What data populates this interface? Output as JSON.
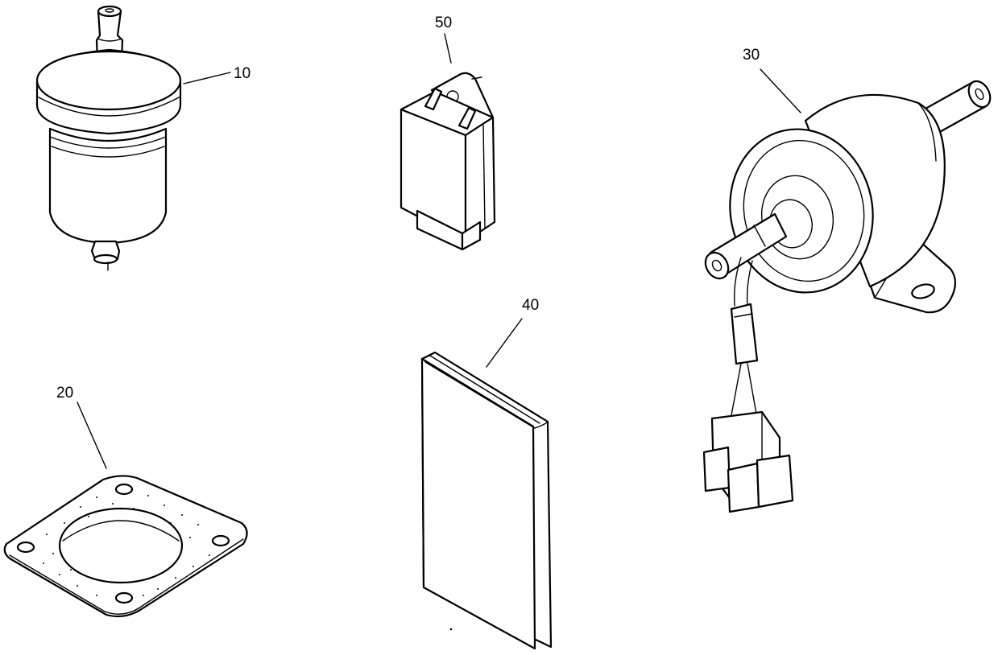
{
  "callouts": {
    "part_10": "10",
    "part_20": "20",
    "part_30": "30",
    "part_40": "40",
    "part_50": "50"
  },
  "parts": [
    {
      "id": "10",
      "icon": "inline-fuel-filter-icon"
    },
    {
      "id": "20",
      "icon": "gasket-icon"
    },
    {
      "id": "30",
      "icon": "electric-fuel-pump-icon"
    },
    {
      "id": "40",
      "icon": "manual-booklet-icon"
    },
    {
      "id": "50",
      "icon": "relay-icon"
    }
  ],
  "colors": {
    "ink": "#000000",
    "background": "#ffffff"
  }
}
